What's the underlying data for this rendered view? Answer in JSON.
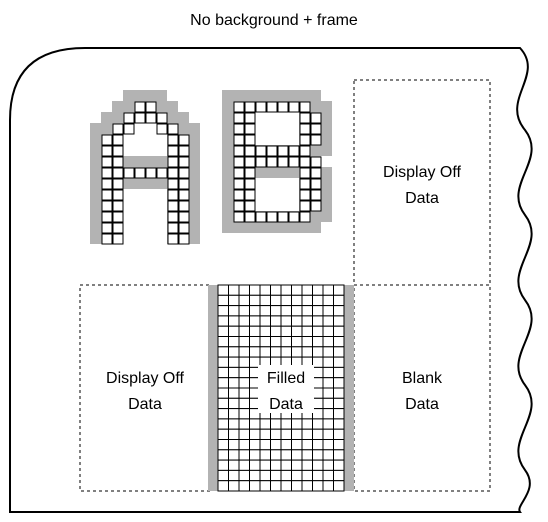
{
  "title": "No background + frame",
  "labels": {
    "display_off_right": [
      "Display Off",
      "Data"
    ],
    "display_off_left": [
      "Display Off",
      "Data"
    ],
    "filled": [
      "Filled",
      "Data"
    ],
    "blank": [
      "Blank",
      "Data"
    ]
  },
  "glyphs": [
    {
      "char": "A",
      "rows": [
        "...####...",
        "..######..",
        ".########.",
        "###....###",
        "###....###",
        "###....###",
        "##########",
        "##########",
        "##########",
        "###....###",
        "###....###",
        "###....###",
        "###....###",
        "###....###"
      ],
      "inner": [
        "..........",
        "....##....",
        "...####...",
        "..##..##..",
        ".##....##.",
        ".##....##.",
        ".##....##.",
        ".########.",
        ".##....##.",
        ".##....##.",
        ".##....##.",
        ".##....##.",
        ".##....##.",
        ".##....##."
      ]
    },
    {
      "char": "B",
      "rows": [
        "#########.",
        "##########",
        "###....###",
        "###....###",
        "###....###",
        "##########",
        "#########.",
        "##########",
        "###....###",
        "###....###",
        "###....###",
        "##########",
        "#########.",
        ".........."
      ],
      "inner": [
        "..........",
        ".#######..",
        ".##....##.",
        ".##....##.",
        ".##....##.",
        ".#######..",
        ".########.",
        ".##....##.",
        ".##....##.",
        ".##....##.",
        ".##....##.",
        ".#######..",
        "..........",
        ".........."
      ]
    }
  ],
  "colors": {
    "frame": "#000000",
    "grey": "#b3b3b3",
    "grid": "#000000",
    "dashed": "#000000"
  }
}
